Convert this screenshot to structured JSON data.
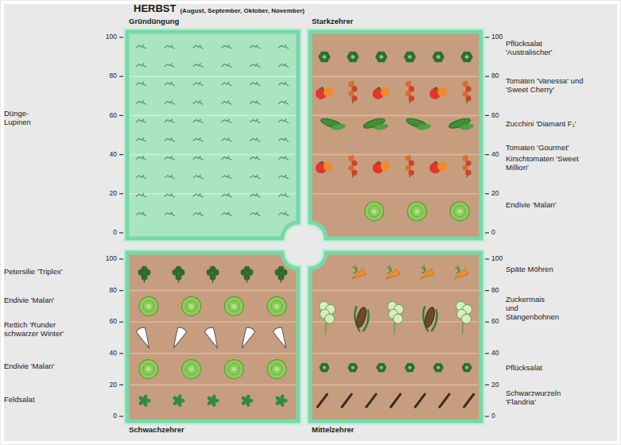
{
  "diagram": {
    "title": "HERBST",
    "nodes": [
      {
        "text": [
          "Gründüngung"
        ]
      },
      {
        "text": [
          "Starkzehrer"
        ]
      },
      {
        "text": [
          "Schwachzehrer"
        ]
      },
      {
        "text": [
          "Mittelzehrer"
        ]
      }
    ],
    "labels": [
      "(August, September, Oktober, November)",
      "100",
      "80",
      "60",
      "40",
      "20",
      "0",
      "100",
      "80",
      "60",
      "40",
      "20",
      "0",
      "100",
      "80",
      "60",
      "40",
      "20",
      "0",
      "100",
      "80",
      "60",
      "40",
      "20",
      "0",
      "Dünge-Lupinen",
      "Pflücksalat 'Australischer'",
      "Tomaten 'Vanessa' und 'Sweet Cherry'",
      "Zucchini 'Diamant F₁'",
      "Tomaten 'Gourmet'",
      "Kirschtomaten 'Sweet Million'",
      "Endivie 'Malan'",
      "Petersilie 'Triplex'",
      "Endivie 'Malan'",
      "Rettich 'Runder schwarzer Winter'",
      "Endivie 'Malan'",
      "Feldsalat",
      "Späte Möhren",
      "Zuckermais und Stangenbohnen",
      "Pflücksalat",
      "Schwarzwurzeln 'Flandria'"
    ]
  }
}
